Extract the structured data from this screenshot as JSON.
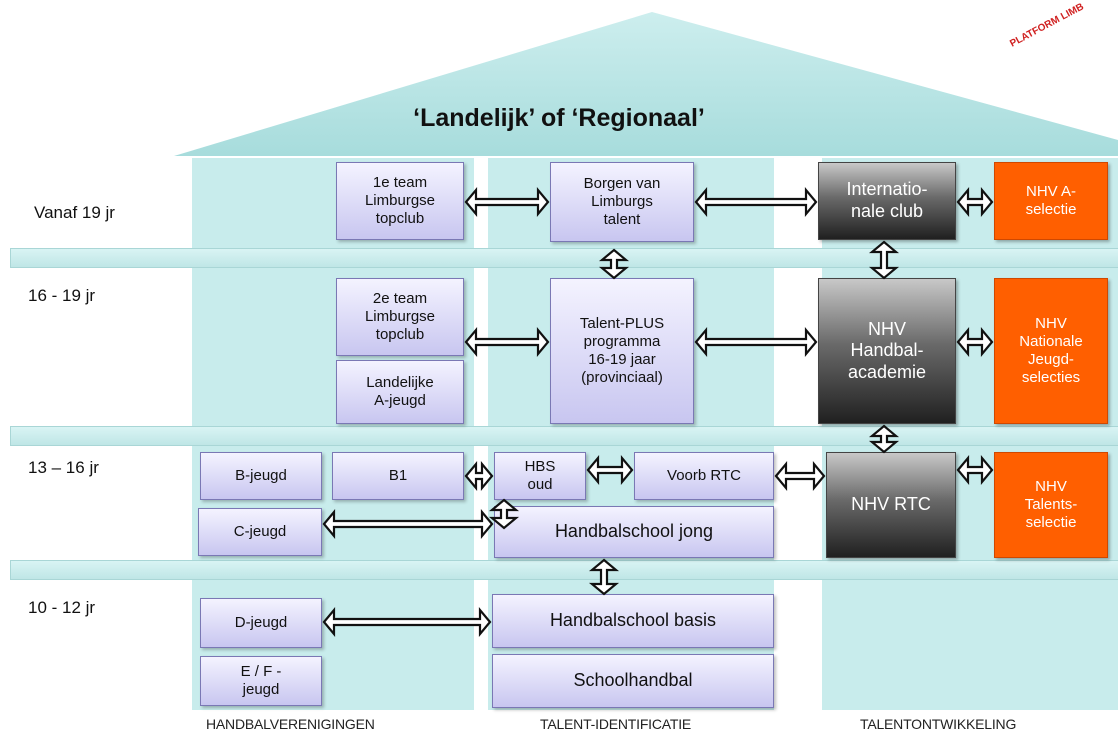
{
  "title": "‘Landelijk’ of ‘Regionaal’",
  "logo_text": "PLATFORM LIMB",
  "ages": [
    "Vanaf  19 jr",
    "16 - 19 jr",
    "13 – 16 jr",
    "10 - 12 jr"
  ],
  "footer": [
    "HANDBALVERENIGINGEN",
    "TALENT-IDENTIFICATIE",
    "TALENTONTWIKKELING"
  ],
  "boxes": {
    "team1": "1e team\nLimburgse\ntopclub",
    "team2": "2e team\nLimburgse\ntopclub",
    "landelijke_ajeugd": "Landelijke\nA-jeugd",
    "bjeugd": "B-jeugd",
    "b1": "B1",
    "cjeugd": "C-jeugd",
    "djeugd": "D-jeugd",
    "efjeugd": "E / F -\njeugd",
    "borgen": "Borgen van\nLimburgs\ntalent",
    "talentplus": "Talent-PLUS\nprogramma\n16-19 jaar\n(provinciaal)",
    "hbs_oud": "HBS\noud",
    "voorb_rtc": "Voorb RTC",
    "handbalschool_jong": "Handbalschool jong",
    "handbalschool_basis": "Handbalschool basis",
    "schoolhandbal": "Schoolhandbal",
    "internationale_club": "Internatio-\nnale club",
    "handbalacademie": "NHV\nHandbal-\nacademie",
    "nhv_rtc": "NHV RTC",
    "nhv_aselectie": "NHV A-\nselectie",
    "nationale_jeugd": "NHV\nNationale\nJeugd-\nselecties",
    "talents_selectie": "NHV\nTalents-\nselectie"
  },
  "colors": {
    "pillar": "#c8ecec",
    "roof": "#b3e2e2",
    "box_lavender": "#c8c6f0",
    "box_dark": "#303030",
    "box_orange": "#ff5f00"
  }
}
